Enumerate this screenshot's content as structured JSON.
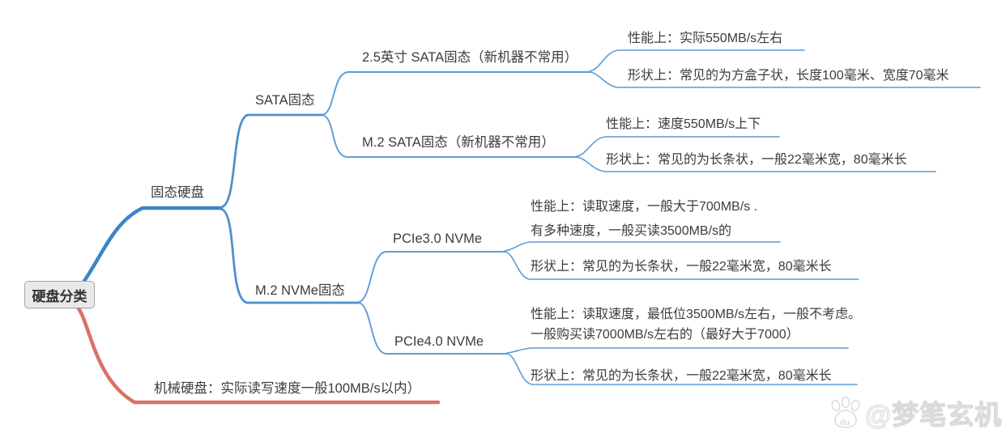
{
  "colors": {
    "branch_main": "#3c85c5",
    "branch_mid": "#4b92d0",
    "branch_light": "#5d9cd6",
    "branch_red": "#d97264",
    "text": "#3c3c3c",
    "root_bg": "#e9e9e9",
    "root_border": "#a8a8a8"
  },
  "mindmap": {
    "root": "硬盘分类",
    "ssd": "固态硬盘",
    "sata": "SATA固态",
    "sata25": "2.5英寸 SATA固态（新机器不常用）",
    "sata25_perf": "性能上：实际550MB/s左右",
    "sata25_shape": "形状上：常见的为方盒子状，长度100毫米、宽度70毫米",
    "satam2": "M.2 SATA固态（新机器不常用）",
    "satam2_perf": "性能上：速度550MB/s上下",
    "satam2_shape": "形状上：常见的为长条状，一般22毫米宽，80毫米长",
    "nvme": "M.2 NVMe固态",
    "pcie3": "PCIe3.0 NVMe",
    "pcie3_perf_1": "性能上：读取速度，一般大于700MB/s .",
    "pcie3_perf_2": "有多种速度，一般买读3500MB/s的",
    "pcie3_shape": "形状上：常见的为长条状，一般22毫米宽，80毫米长",
    "pcie4": "PCIe4.0 NVMe",
    "pcie4_perf_1": "性能上：读取速度，最低位3500MB/s左右，一般不考虑。",
    "pcie4_perf_2": "一般购买读7000MB/s左右的（最好大于7000）",
    "pcie4_shape": "形状上：常见的为长条状，一般22毫米宽，80毫米长",
    "hdd": "机械硬盘：实际读写速度一般100MB/s以内）"
  },
  "watermark": {
    "handle": "@梦笔玄机",
    "paw_text": "du"
  }
}
